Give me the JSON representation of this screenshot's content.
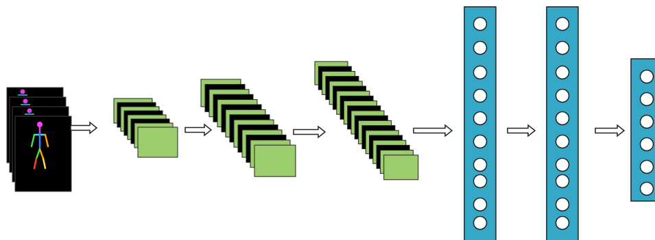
{
  "colors": {
    "background": "#ffffff",
    "feature_map_fill": "#9ccd6c",
    "feature_map_dark": "#000000",
    "dense_layer_fill": "#35a7c7",
    "neuron_fill": "#ffffff",
    "outline": "#222222",
    "skeleton_frame": "#000000"
  },
  "stages": [
    {
      "kind": "input-skeleton-frames",
      "frames": 4
    },
    {
      "kind": "conv-feature-maps",
      "maps": 8
    },
    {
      "kind": "conv-feature-maps",
      "maps": 14
    },
    {
      "kind": "conv-feature-maps",
      "maps": 20
    },
    {
      "kind": "dense-layer",
      "neurons": 10
    },
    {
      "kind": "dense-layer",
      "neurons": 10
    },
    {
      "kind": "output-layer",
      "neurons": 6
    }
  ],
  "icons": {
    "arrow": "hollow-right-arrow",
    "neuron": "circle"
  }
}
